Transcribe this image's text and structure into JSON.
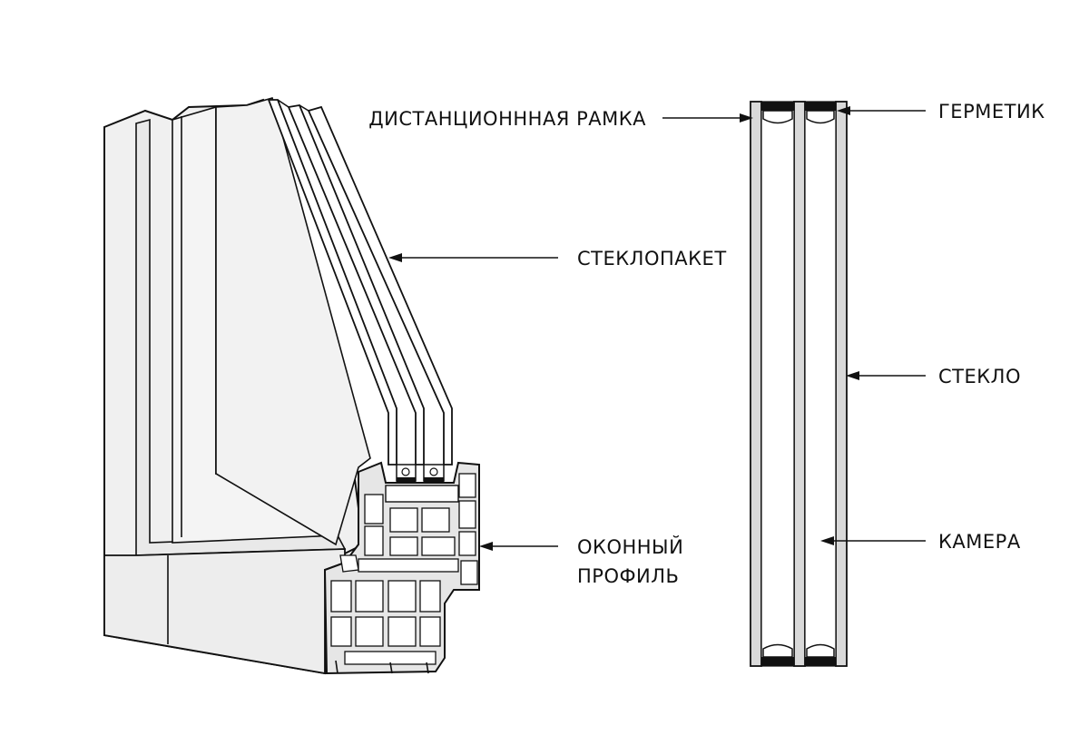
{
  "labels": {
    "spacer_frame": "ДИСТАНЦИОНННАЯ РАМКА",
    "sealant": "ГЕРМЕТИК",
    "glass_unit": "СТЕКЛОПАКЕТ",
    "glass": "СТЕКЛО",
    "profile_line1": "ОКОННЫЙ",
    "profile_line2": "ПРОФИЛЬ",
    "chamber": "КАМЕРА"
  },
  "colors": {
    "frame_fill": "#f0f0f0",
    "glass_fill": "#d9d9d9",
    "outline": "#111111",
    "sealant": "#111111",
    "chamber_fill": "#ffffff"
  }
}
